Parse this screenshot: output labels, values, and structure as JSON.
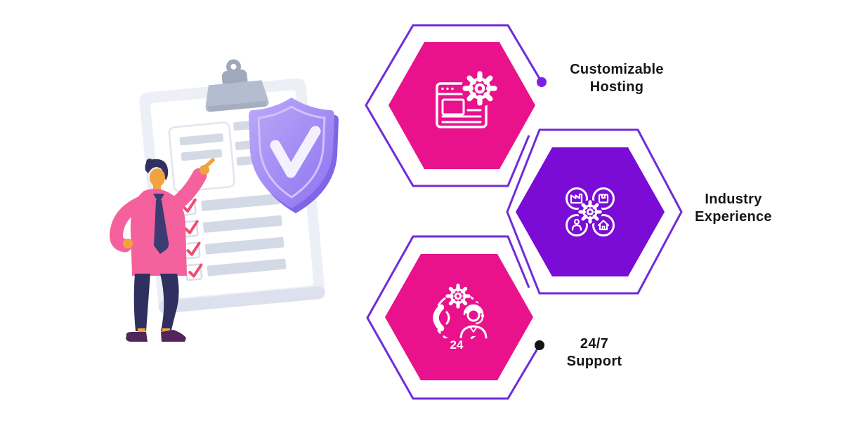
{
  "page": {
    "background": "#ffffff",
    "type": "features-infographic"
  },
  "colors": {
    "pink": "#E9128C",
    "purple": "#7A0CD6",
    "hex_outline": "#6F2BD9",
    "dot_purple": "#7C1EE8",
    "dot_black": "#141414",
    "label_text": "#161616",
    "icon_stroke": "#FFFFFF",
    "shield_main": "#9C85F2",
    "check_color": "#EE4D72"
  },
  "illustration": {
    "elements": [
      "clipboard",
      "checklist",
      "shield-check",
      "person-pointing"
    ],
    "checklist_row_count": 4
  },
  "features": [
    {
      "id": "customizable-hosting",
      "label_lines": [
        "Customizable",
        "Hosting"
      ],
      "icon": "browser-gear-icon",
      "hex_color": "#E9128C",
      "dot_color": "#7C1EE8",
      "has_connector_dot": true
    },
    {
      "id": "industry-experience",
      "label_lines": [
        "Industry",
        "Experience"
      ],
      "icon": "industry-categories-gear-icon",
      "hex_color": "#7A0CD6",
      "has_connector_dot": false
    },
    {
      "id": "24-7-support",
      "label_lines": [
        "24/7",
        "Support"
      ],
      "icon": "support-agent-24-icon",
      "icon_text": "24",
      "hex_color": "#E9128C",
      "dot_color": "#141414",
      "has_connector_dot": true
    }
  ]
}
